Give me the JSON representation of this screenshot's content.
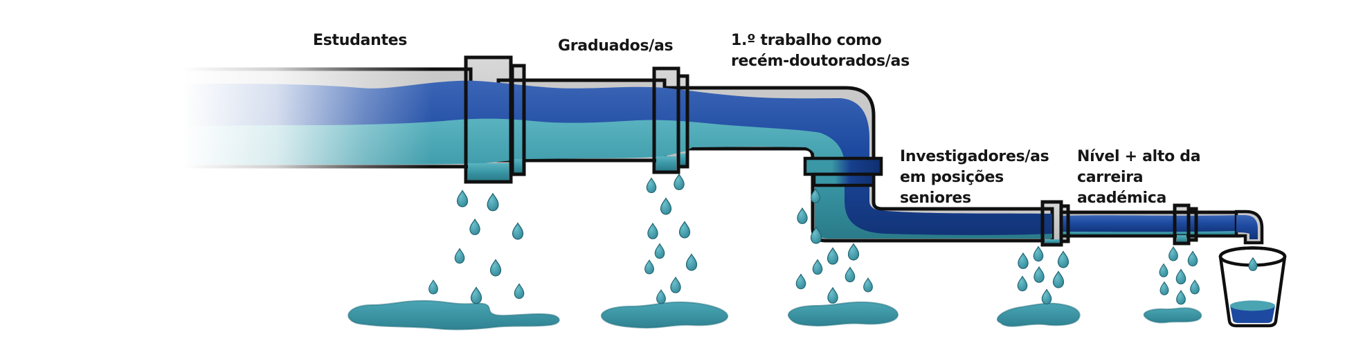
{
  "stages": [
    {
      "id": "estudantes",
      "label": "Estudantes"
    },
    {
      "id": "graduados",
      "label": "Graduados/as"
    },
    {
      "id": "recem-doutorados",
      "label": "1.º trabalho como\nrecém-doutorados/as"
    },
    {
      "id": "investigadores-seniores",
      "label": "Investigadores/as\nem posições\nseniores"
    },
    {
      "id": "topo-carreira",
      "label": "Nível + alto da\ncarreira\nacadémica"
    }
  ],
  "colors": {
    "background": "#ffffff",
    "pipe_gray": "#c9c9c9",
    "outline_black": "#101010",
    "water_blue": "#1d4aa0",
    "water_teal": "#3a97a6",
    "drop_teal": "#3f9dac",
    "glass_water_surface": "#4ba4b2"
  }
}
